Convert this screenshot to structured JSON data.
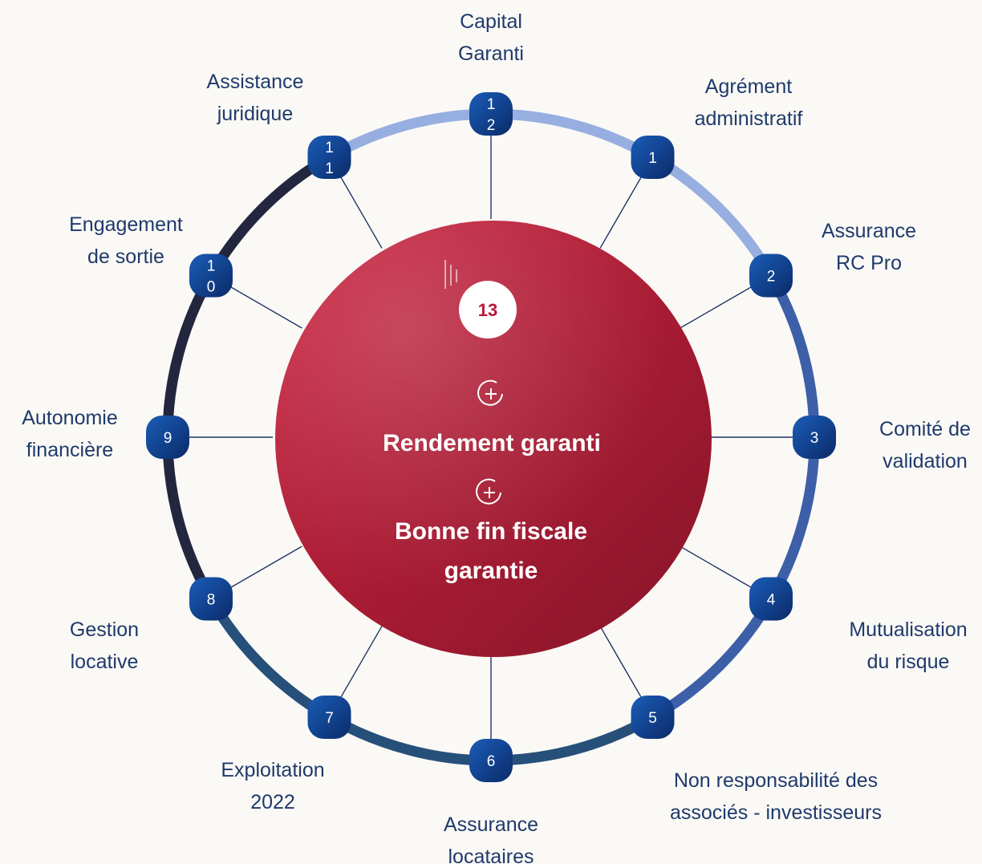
{
  "colors": {
    "background": "#fbf9f6",
    "center_gradient_start": "#cd2340",
    "center_gradient_end": "#861528",
    "node_gradient_start": "#1a5db8",
    "node_gradient_end": "#0b2a68",
    "label_text": "#1f3a6b",
    "ring_light": "#97aee0",
    "ring_mid": "#3d5fa8",
    "ring_blue_dark": "#26507a",
    "ring_dark": "#22263f",
    "spoke": "#1f3564"
  },
  "center": {
    "badge": "13",
    "badge_icon": "vertical-lines-icon",
    "plus_icon": "plus-circle-icon",
    "line1": "Rendement garanti",
    "line2a": "Bonne fin fiscale",
    "line2b": "garantie"
  },
  "nodes": [
    {
      "num_lines": [
        "1"
      ],
      "label_lines": [
        "Agrément",
        "administratif"
      ]
    },
    {
      "num_lines": [
        "2"
      ],
      "label_lines": [
        "Assurance",
        "RC Pro"
      ]
    },
    {
      "num_lines": [
        "3"
      ],
      "label_lines": [
        "Comité de",
        "validation"
      ]
    },
    {
      "num_lines": [
        "4"
      ],
      "label_lines": [
        "Mutualisation",
        "du risque"
      ]
    },
    {
      "num_lines": [
        "5"
      ],
      "label_lines": [
        "Non responsabilité des",
        "associés - investisseurs"
      ]
    },
    {
      "num_lines": [
        "6"
      ],
      "label_lines": [
        "Assurance",
        "locataires"
      ]
    },
    {
      "num_lines": [
        "7"
      ],
      "label_lines": [
        "Exploitation",
        "2022"
      ]
    },
    {
      "num_lines": [
        "8"
      ],
      "label_lines": [
        "Gestion",
        "locative"
      ]
    },
    {
      "num_lines": [
        "9"
      ],
      "label_lines": [
        "Autonomie",
        "financière"
      ]
    },
    {
      "num_lines": [
        "1",
        "0"
      ],
      "label_lines": [
        "Engagement",
        "de sortie"
      ]
    },
    {
      "num_lines": [
        "1",
        "1"
      ],
      "label_lines": [
        "Assistance",
        "juridique"
      ]
    },
    {
      "num_lines": [
        "1",
        "2"
      ],
      "label_lines": [
        "Capital",
        "Garanti"
      ]
    }
  ]
}
